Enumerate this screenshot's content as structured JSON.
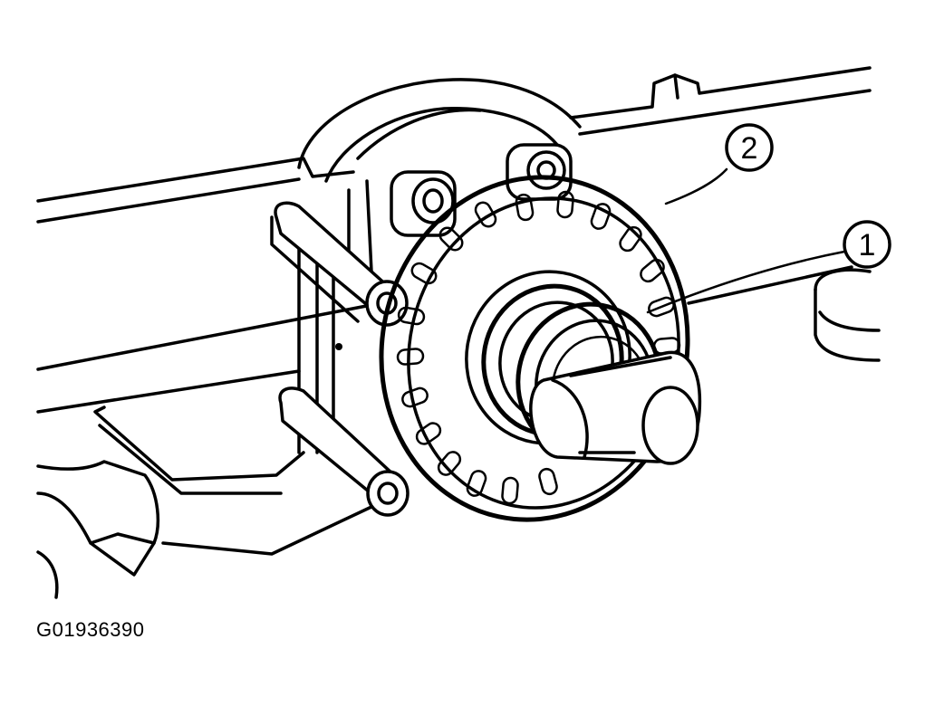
{
  "figure": {
    "code": "G01936390"
  },
  "callouts": [
    {
      "number": "1"
    },
    {
      "number": "2"
    }
  ]
}
